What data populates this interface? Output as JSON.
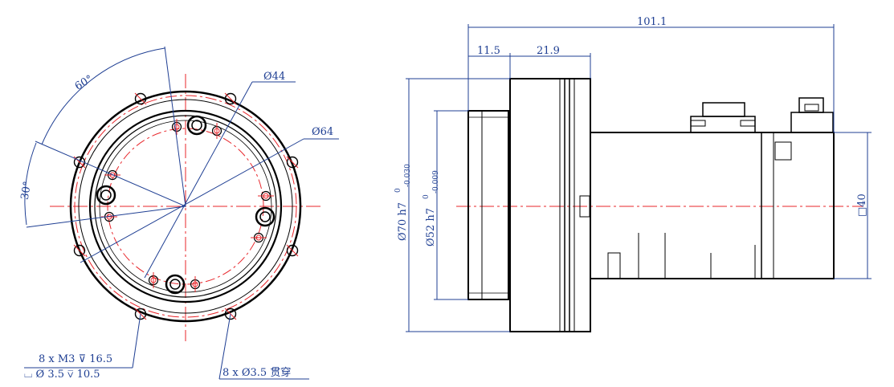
{
  "front_view": {
    "label_angle_60": "60°",
    "label_angle_30": "30°",
    "label_d44": "Ø44",
    "label_d64": "Ø64",
    "callout_tapped_line1": "8 x M3 ⊽ 16.5",
    "callout_tapped_line2": "⌴ Ø 3.5 ⊽ 10.5",
    "callout_through": "8 x Ø3.5 贯穿"
  },
  "side_view": {
    "dim_overall": "101.1",
    "dim_11_5": "11.5",
    "dim_21_9": "21.9",
    "dim_d70": "Ø70 h7",
    "tol_d70_upper": "0",
    "tol_d70_lower": "-0.030",
    "dim_d52": "Ø52 h7",
    "tol_d52_upper": "0",
    "tol_d52_lower": "-0.009",
    "dim_square": "□40"
  },
  "colors": {
    "dimension": "#1f3f93",
    "centerline": "#e8252a",
    "outline": "#000000"
  }
}
